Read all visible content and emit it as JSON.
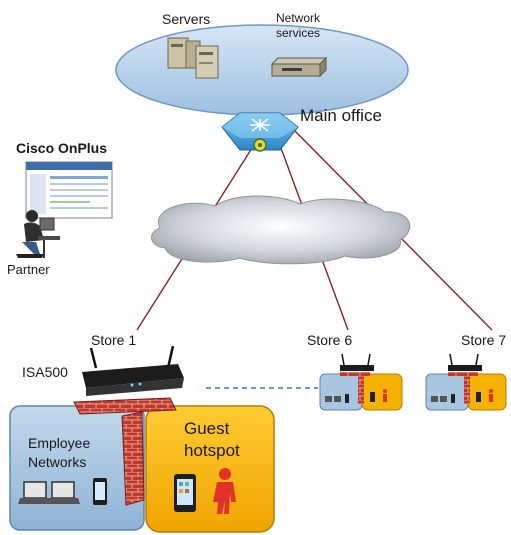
{
  "main_office": {
    "servers_label": "Servers",
    "network_services_label": "Network services",
    "label": "Main office"
  },
  "cisco_onplus": {
    "title": "Cisco OnPlus",
    "partner_label": "Partner"
  },
  "stores": {
    "store1_label": "Store 1",
    "store6_label": "Store 6",
    "store7_label": "Store 7",
    "appliance_label": "ISA500"
  },
  "store1_zones": {
    "employee_label": "Employee Networks",
    "guest_label": "Guest hotspot"
  },
  "colors": {
    "wan_link": "#8a2323",
    "vpn_link": "#3a7ab8",
    "office_ellipse": "#b8d3ec",
    "employee_zone": "#a9c6e0",
    "guest_zone": "#f6b200",
    "firewall": "#b52a2a",
    "router": "#4aa3df"
  },
  "icons": [
    "server-icon",
    "network-services-icon",
    "router-icon",
    "cloud-icon",
    "monitor-icon",
    "partner-icon",
    "isa500-appliance-icon",
    "firewall-icon",
    "laptop-icon",
    "smartphone-icon",
    "person-icon",
    "store-device-icon"
  ]
}
